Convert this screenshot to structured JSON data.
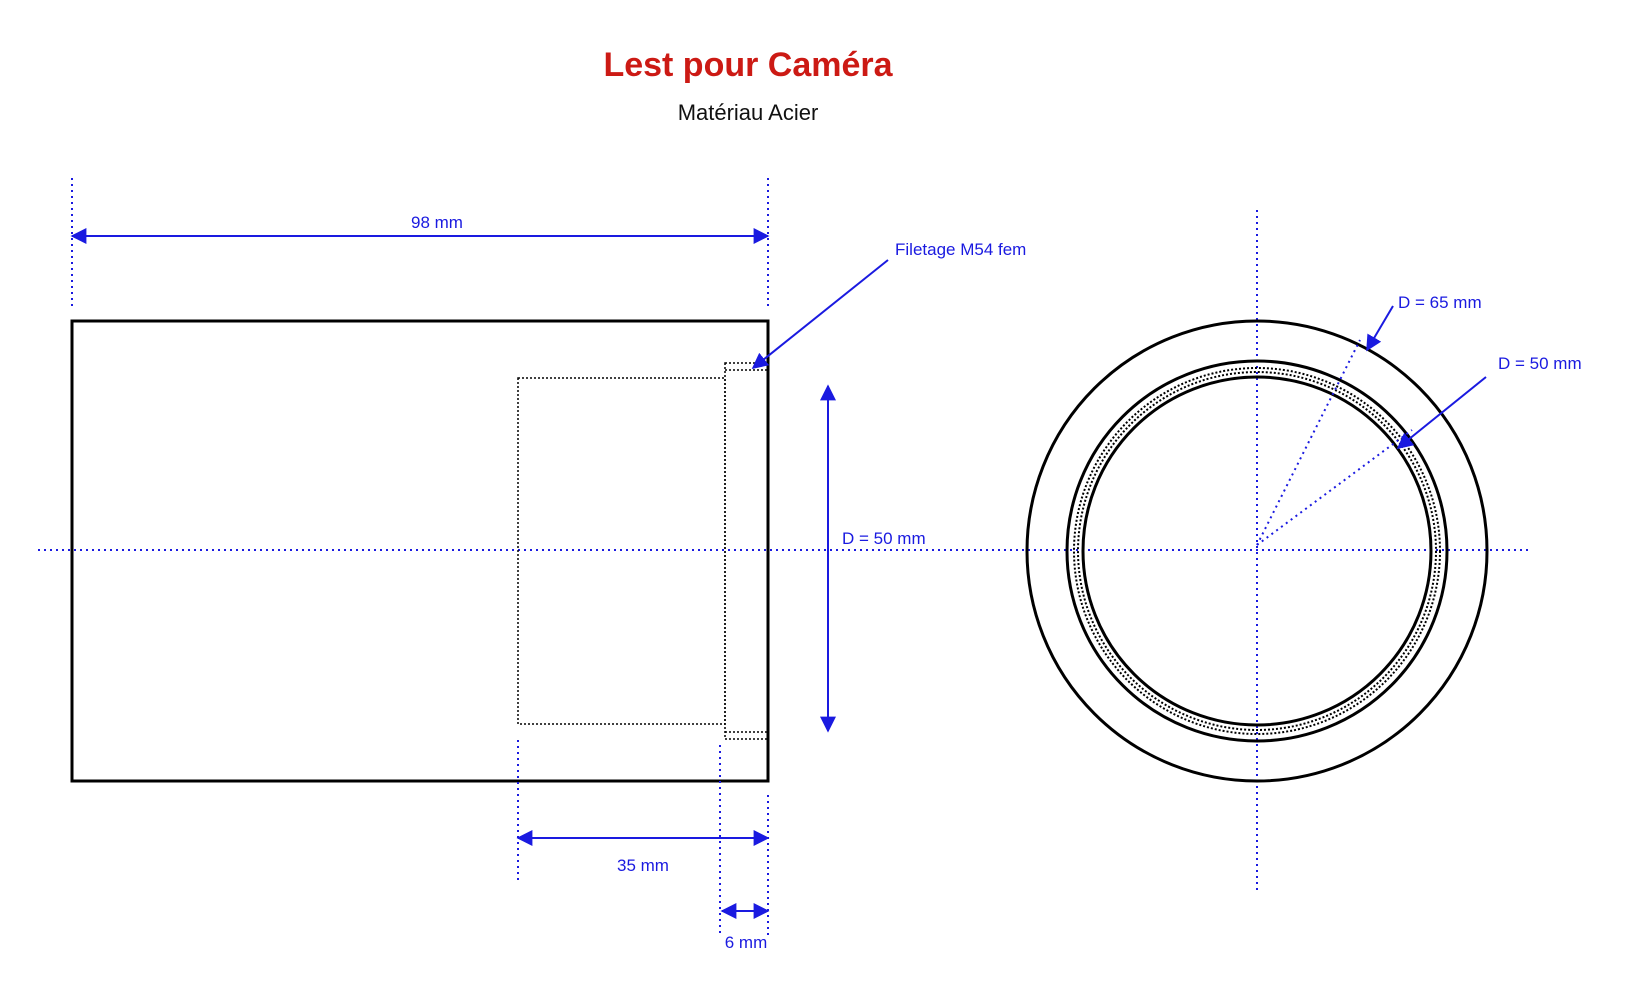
{
  "title": "Lest pour Caméra",
  "subtitle": "Matériau Acier",
  "colors": {
    "title": "#cc1a14",
    "dimension": "#1a1ae0",
    "outline": "#000000",
    "text": "#111111"
  },
  "dimensions": {
    "length": "98 mm",
    "thread": "Filetage M54 fem",
    "bore_side": "D = 50 mm",
    "bore_depth": "35 mm",
    "thread_depth": "6 mm",
    "outer_diameter": "D = 65 mm",
    "inner_diameter": "D = 50 mm"
  }
}
